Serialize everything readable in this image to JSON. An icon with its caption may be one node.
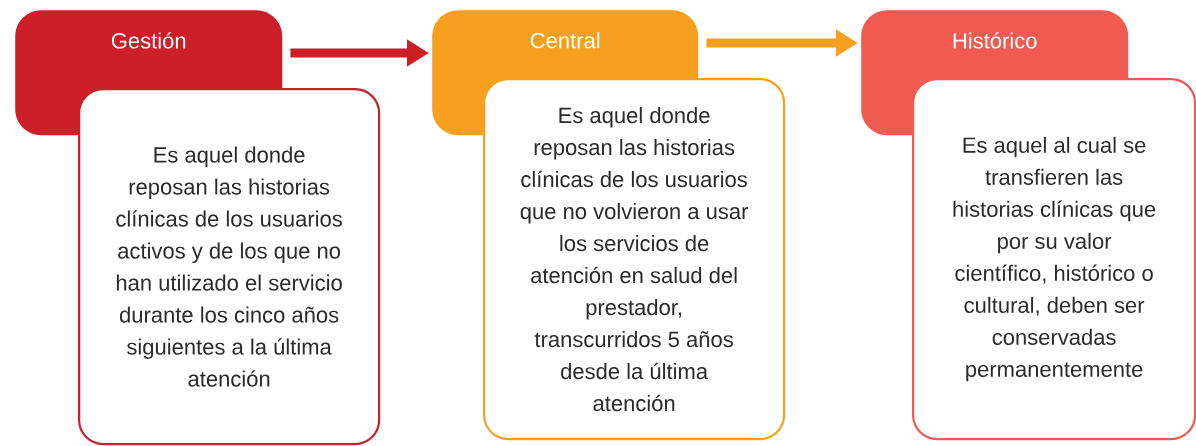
{
  "diagram": {
    "nodes": [
      {
        "text": [
          "Gestión"
        ]
      },
      {
        "text": [
          "Es aquel donde reposan las historias clínicas de los usuarios activos y de los que no han utilizado el servicio durante los cinco años siguientes a la última atención"
        ]
      },
      {
        "text": [
          "Central"
        ]
      },
      {
        "text": [
          "Es aquel donde reposan las historias clínicas de los usuarios que no volvieron a usar los servicios de atención en salud del prestador, transcurridos 5 años desde la última atención"
        ]
      },
      {
        "text": [
          "Histórico"
        ]
      },
      {
        "text": [
          "Es aquel al cual se transfieren las historias clínicas que por su valor científico, histórico o cultural, deben ser conservadas permanentemente"
        ]
      }
    ],
    "edges": [
      {
        "from": 0,
        "to": 2,
        "arrow": "to",
        "color": "#cc1f27"
      },
      {
        "from": 2,
        "to": 4,
        "arrow": "to",
        "color": "#f7a01f"
      }
    ]
  }
}
